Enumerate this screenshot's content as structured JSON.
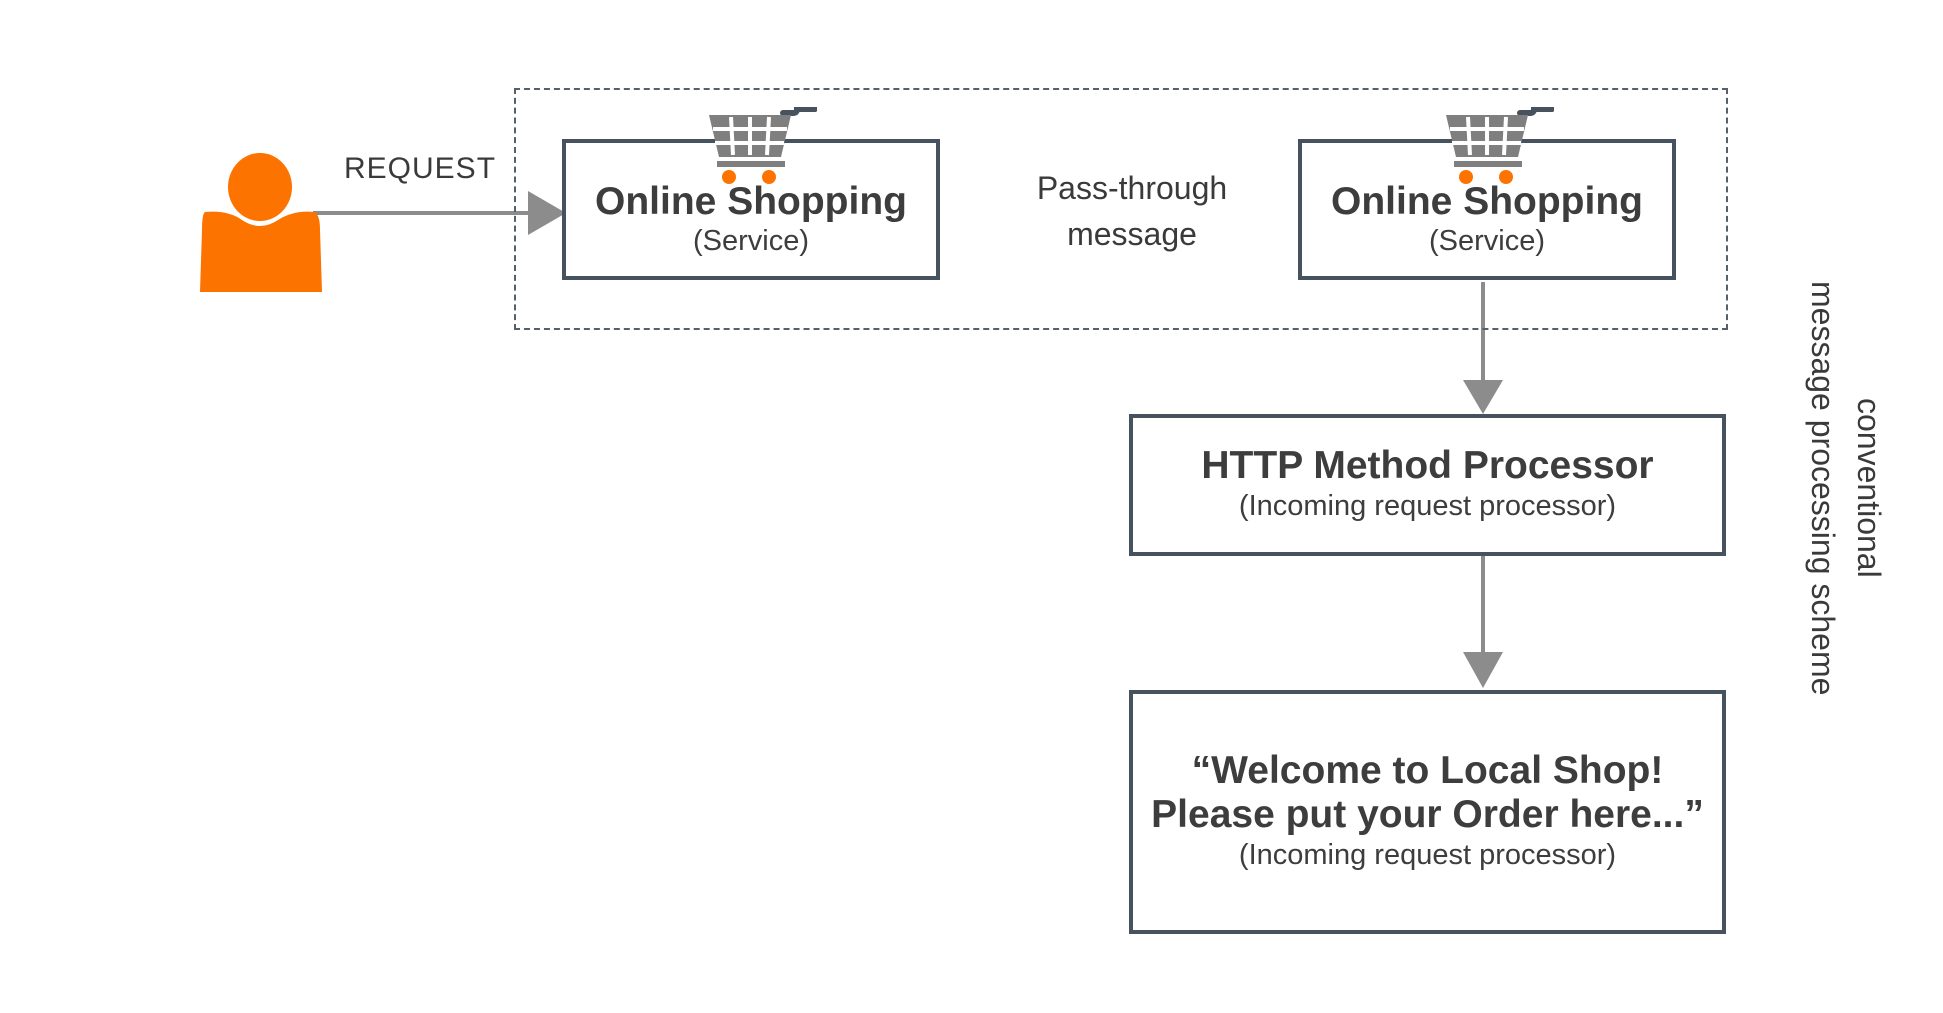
{
  "colors": {
    "user": "#fc7300",
    "box_border": "#46525e",
    "arrow": "#8c8c8c",
    "cart_body": "#7f7f7f",
    "cart_handle": "#46525e",
    "cart_wheels": "#fc7300"
  },
  "icons": {
    "user": "user-icon",
    "cart": "shopping-cart-icon"
  },
  "request_label": "REQUEST",
  "pass_through": {
    "line1": "Pass-through",
    "line2": "message"
  },
  "side_note": {
    "line1": "conventional",
    "line2": "message processing scheme"
  },
  "service_left": {
    "title": "Online Shopping",
    "subtitle": "(Service)"
  },
  "service_right": {
    "title": "Online Shopping",
    "subtitle": "(Service)"
  },
  "http_processor": {
    "title": "HTTP Method Processor",
    "subtitle": "(Incoming request processor)"
  },
  "welcome_processor": {
    "line1": "“Welcome to Local Shop!",
    "line2": "Please put your Order here...”",
    "subtitle": "(Incoming request processor)"
  }
}
